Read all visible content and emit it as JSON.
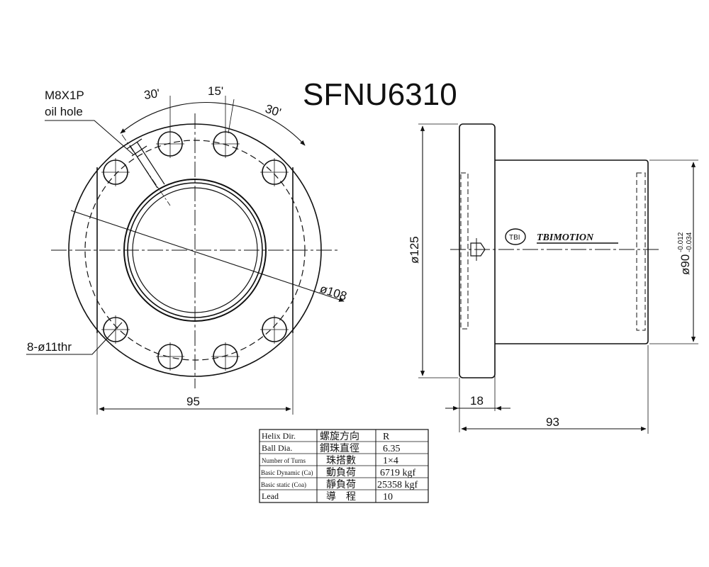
{
  "title": "SFNU6310",
  "front_view": {
    "oil_hole_thread": "M8X1P",
    "oil_hole_label": "oil hole",
    "angle_left": "30'",
    "angle_mid": "15'",
    "angle_right": "30'",
    "bolt_circle": "ø108",
    "bolt_holes": "8-ø11thr",
    "flat_width": "95"
  },
  "side_view": {
    "flange_dia": "ø125",
    "body_dia": "ø90",
    "tol_upper": "-0.012",
    "tol_lower": "-0.034",
    "flange_thickness": "18",
    "length": "93",
    "logo_mark": "TBI",
    "brand": "TBIMOTION"
  },
  "spec_table": [
    {
      "en": "Helix  Dir.",
      "zh": "螺旋方向",
      "val": "R"
    },
    {
      "en": "Ball Dia.",
      "zh": "鋼珠直徑",
      "val": "6.35"
    },
    {
      "en": "Number of Turns",
      "zh": "珠搭數",
      "val": "1×4"
    },
    {
      "en": "Basic Dynamic (Ca)",
      "zh": "動負荷",
      "val": "6719 kgf"
    },
    {
      "en": "Basic static (Coa)",
      "zh": "靜負荷",
      "val": "25358 kgf"
    },
    {
      "en": "Lead",
      "zh": "導　程",
      "val": "10"
    }
  ]
}
